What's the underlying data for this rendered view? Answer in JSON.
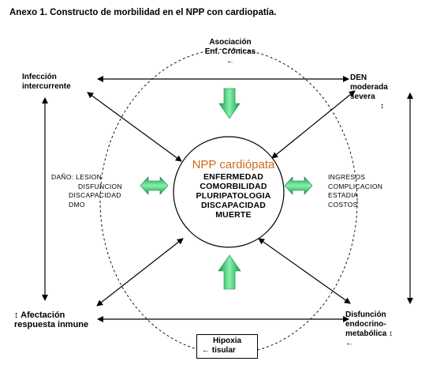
{
  "title": "Anexo 1. Constructo de morbilidad en el NPP con cardiopatía.",
  "center": {
    "title": "NPP cardiópata",
    "items": [
      "ENFERMEDAD",
      "COMORBILIDAD",
      "PLURIPATOLOGIA",
      "DISCAPACIDAD",
      "MUERTE"
    ]
  },
  "nodes": {
    "asociacion_line1": "Asociación",
    "asociacion_line2": "Enf. Crónicas",
    "asociacion_line3": "←",
    "infeccion_line1": "Infección",
    "infeccion_line2": "intercurrente ",
    "den_line1": "DEN",
    "den_line2": "moderada",
    "den_line3": "severa",
    "den_line4": "↕",
    "afectacion_line1": "↕  Afectación",
    "afectacion_line2": "respuesta inmune",
    "afectacion_line3": "",
    "disfuncion_line1": "Disfunción",
    "disfuncion_line2": "endocrino-",
    "disfuncion_line3": "metabólica ↕",
    "disfuncion_line4": "←",
    "hipoxia_line1": "Hipoxia",
    "hipoxia_line2": "← tisular"
  },
  "left_list": {
    "items": [
      "DAÑO: LESION",
      "DISFUNCION",
      "DISCAPACIDAD",
      "DMO"
    ]
  },
  "right_list": {
    "items": [
      "INGRESOS",
      "COMPLICACION",
      "ESTADIA",
      "COSTOS"
    ]
  },
  "colors": {
    "arrow_fill": "#22c55e",
    "arrow_light": "#bbf7d0",
    "center_title": "#d2691e",
    "line": "#000000"
  }
}
